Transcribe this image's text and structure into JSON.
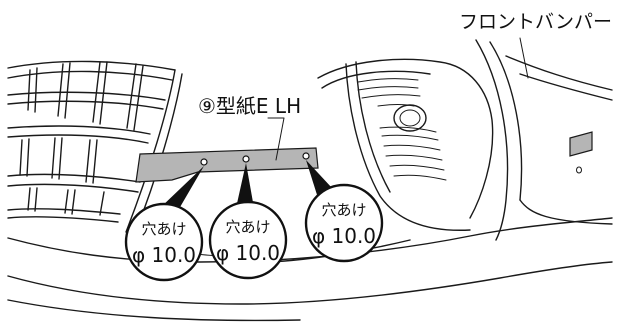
{
  "labels": {
    "part_label": "フロントバンパー",
    "template_label": "⑨型紙E LH"
  },
  "callouts": [
    {
      "hole_text": "穴あけ",
      "size_text": "φ 10.0"
    },
    {
      "hole_text": "穴あけ",
      "size_text": "φ 10.0"
    },
    {
      "hole_text": "穴あけ",
      "size_text": "φ 10.0"
    }
  ],
  "colors": {
    "line": "#1a1a1a",
    "template_fill": "#b5b5b5",
    "pointer_fill": "#111111",
    "background": "#ffffff"
  }
}
